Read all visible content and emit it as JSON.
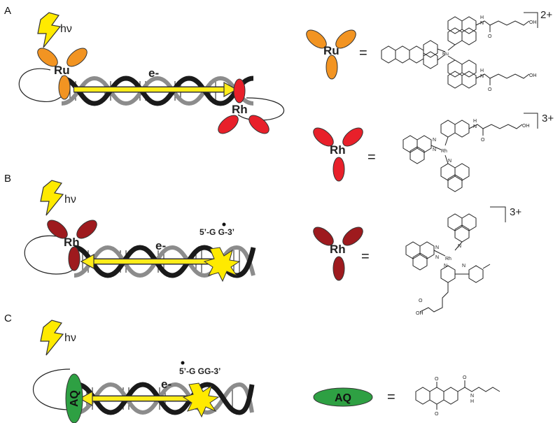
{
  "panels": [
    {
      "id": "A",
      "label": "A",
      "hv": "hν",
      "electron": "e-",
      "metal": "Ru",
      "quencher": "Rh",
      "sequence": ""
    },
    {
      "id": "B",
      "label": "B",
      "hv": "hν",
      "electron": "e-",
      "metal": "Rh",
      "sequence": "5’-G G-3’"
    },
    {
      "id": "C",
      "label": "C",
      "hv": "hν",
      "electron": "e-",
      "metal": "AQ",
      "sequence": "5’-G GG-3’"
    }
  ],
  "legend": [
    {
      "symbol": "Ru",
      "equals": "=",
      "charge": "2+",
      "atom": "Ru"
    },
    {
      "symbol": "Rh",
      "equals": "=",
      "charge": "3+",
      "atom": "Rh"
    },
    {
      "symbol": "Rh",
      "equals": "=",
      "charge": "3+",
      "atom": "Rh"
    },
    {
      "symbol": "AQ",
      "equals": "=",
      "charge": ""
    }
  ],
  "atoms": {
    "N": "N",
    "H": "H",
    "O": "O",
    "OH": "OH"
  },
  "colors": {
    "ru": "#f29422",
    "rh": "#e8202a",
    "rh_dark": "#9e1a1e",
    "aq": "#2ea043",
    "bolt": "#ffea00",
    "arrow": "#ffec1a",
    "helix": "#1a1a1a",
    "helix_back": "#8c8c8c"
  }
}
